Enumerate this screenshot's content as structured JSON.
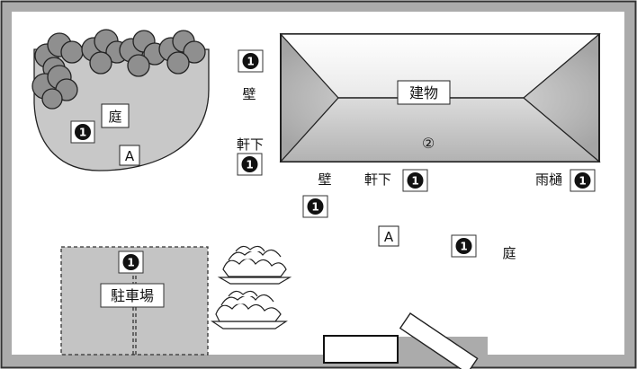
{
  "colors": {
    "frame_border": "#333333",
    "lot_gray": "#a9a9a9",
    "garden_fill": "#c8c8c8",
    "shrub_fill": "#8f8f8f",
    "parking_fill": "#c4c4c4",
    "building_center": "#e6e6e6",
    "building_edge": "#a6a6a6",
    "marker_fill": "#111111",
    "marker_text": "#ffffff"
  },
  "marker_symbol": "1",
  "building": {
    "label": "建物",
    "number": "②"
  },
  "labels": {
    "wall_top": "壁",
    "eaves_left": "軒下",
    "wall_bottom": "壁",
    "eaves_bottom": "軒下",
    "gutter": "雨樋",
    "garden_left": "庭",
    "garden_right": "庭",
    "area_a_left": "A",
    "area_a_center": "A",
    "parking": "駐車場"
  },
  "icons": {
    "shrub": "shrub-cluster-icon",
    "flower_bed": "flower-bed-icon",
    "marker": "numbered-marker-icon"
  }
}
